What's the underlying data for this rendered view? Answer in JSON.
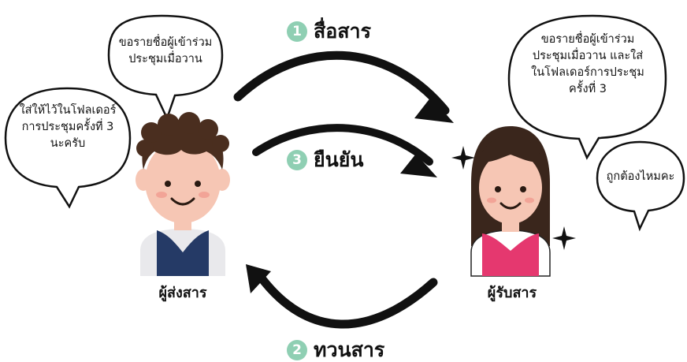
{
  "steps": [
    {
      "number": "1",
      "label": "สื่อสาร"
    },
    {
      "number": "2",
      "label": "ทวนสาร"
    },
    {
      "number": "3",
      "label": "ยืนยัน"
    }
  ],
  "sender": {
    "role": "ผู้ส่งสาร",
    "bubble_top": "ขอรายชื่อผู้เข้าร่วม\nประชุมเมื่อวาน",
    "bubble_left": "ใส่ให้ไว้ในโฟลเดอร์\nการประชุมครั้งที่ 3\nนะครับ"
  },
  "receiver": {
    "role": "ผู้รับสาร",
    "bubble_top": "ขอรายชื่อผู้เข้าร่วม\nประชุมเมื่อวาน และใส่\nในโฟลเดอร์การประชุม\nครั้งที่ 3",
    "bubble_small": "ถูกต้องไหมคะ"
  },
  "colors": {
    "step_circle": "#8fcfb3",
    "vest_navy": "#253a66",
    "vest_pink": "#e5386f",
    "skin": "#f6c6b4",
    "hair_man": "#4a2e1f",
    "hair_woman": "#3a261c"
  }
}
